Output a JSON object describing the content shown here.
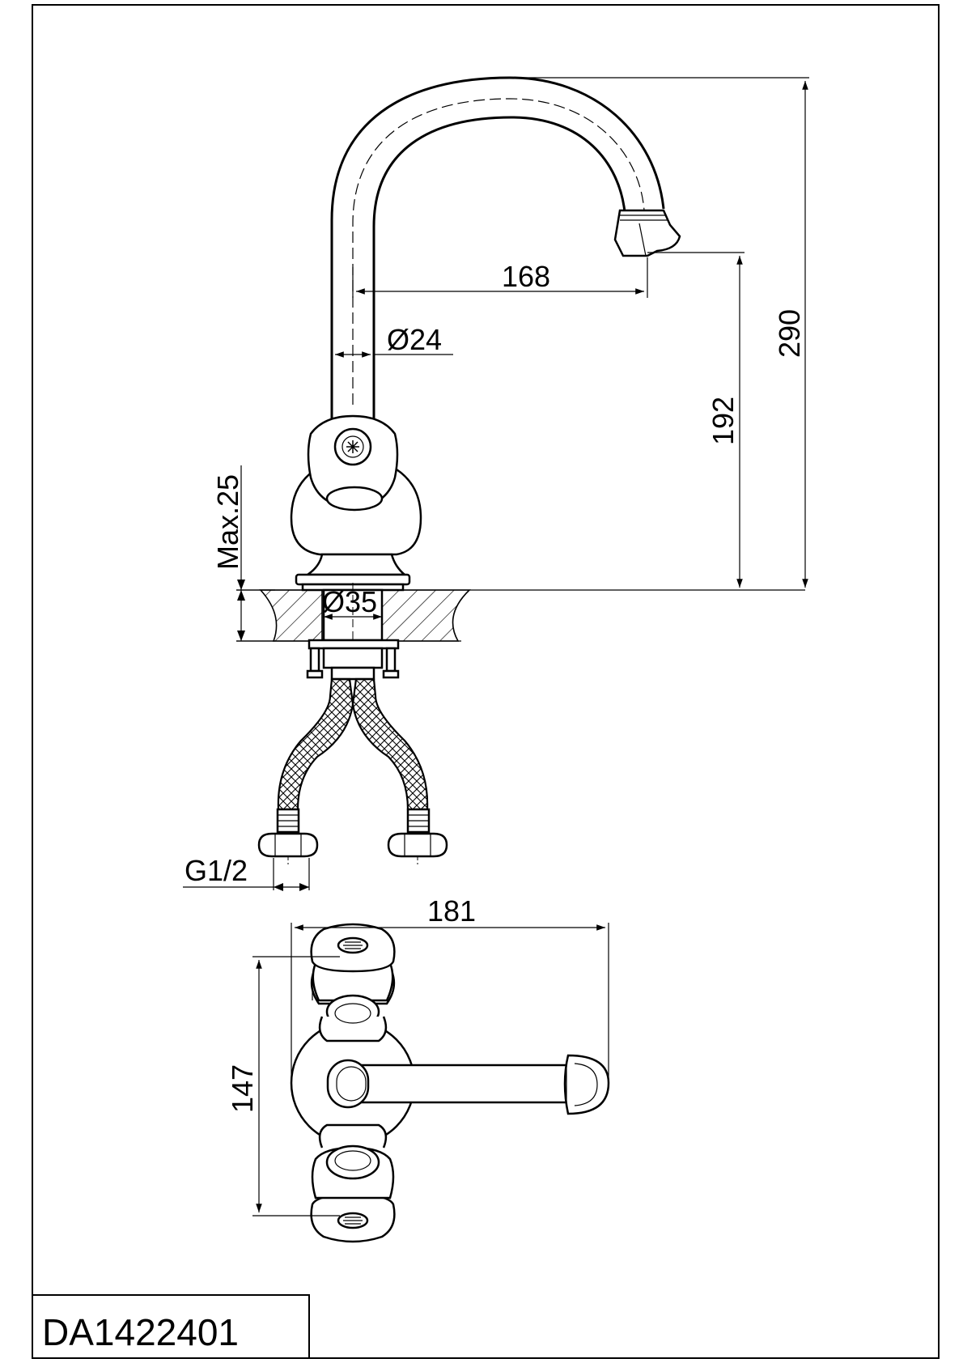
{
  "product_code": "DA1422401",
  "dimensions": {
    "spout_reach": "168",
    "pipe_diameter": "Ø24",
    "total_height": "290",
    "outlet_height": "192",
    "max_counter_thickness": "Max.25",
    "mounting_hole": "Ø35",
    "connection_thread": "G1/2",
    "top_view_width": "181",
    "top_view_depth": "147"
  }
}
